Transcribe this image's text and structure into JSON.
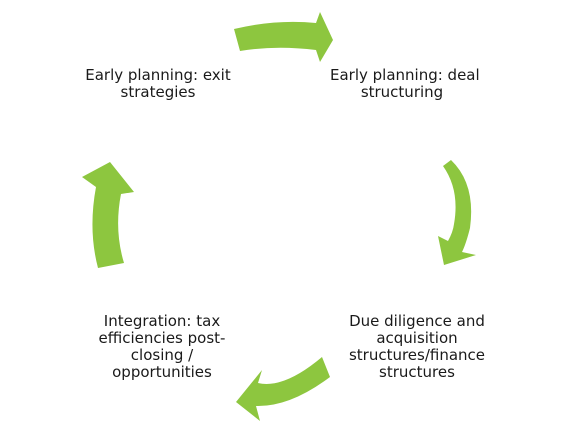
{
  "diagram": {
    "accent_color": "#8DC63F",
    "text_color": "#1a1a1a",
    "stages": [
      {
        "lines": [
          "Early planning:  exit",
          "strategies"
        ]
      },
      {
        "lines": [
          "Early planning:  deal",
          "structuring"
        ]
      },
      {
        "lines": [
          "Due diligence  and",
          "acquisition",
          "structures/finance",
          "structures"
        ]
      },
      {
        "lines": [
          "Integration:  tax",
          "efficiencies post-",
          "closing /",
          "opportunities"
        ]
      }
    ],
    "arrows": [
      {
        "from": "stage-1",
        "to": "stage-2",
        "icon": "curved-arrow-right-icon"
      },
      {
        "from": "stage-2",
        "to": "stage-3",
        "icon": "curved-arrow-down-icon"
      },
      {
        "from": "stage-3",
        "to": "stage-4",
        "icon": "curved-arrow-left-icon"
      },
      {
        "from": "stage-4",
        "to": "stage-1",
        "icon": "curved-arrow-up-icon"
      }
    ]
  }
}
